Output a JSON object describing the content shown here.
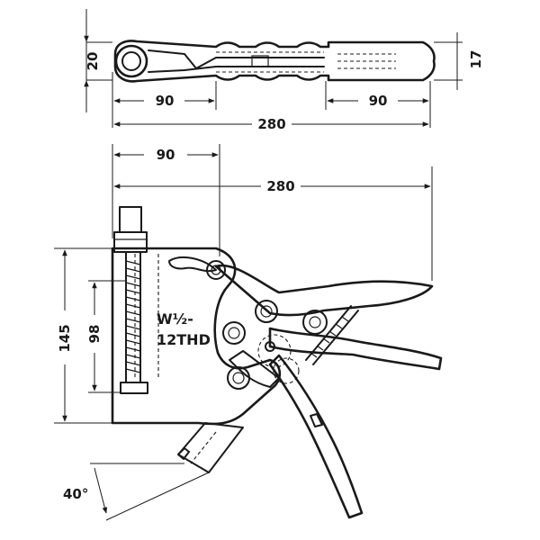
{
  "top_view": {
    "dim_height_left": "20",
    "dim_height_right": "17",
    "dim_left_length": "90",
    "dim_right_length": "90",
    "dim_overall_length": "280"
  },
  "side_view": {
    "dim_top_left": "90",
    "dim_overall_length": "280",
    "dim_height_outer": "145",
    "dim_height_inner": "98",
    "thread_label_line1": "W½-",
    "thread_label_line2": "12THD",
    "angle_label": "40°"
  }
}
